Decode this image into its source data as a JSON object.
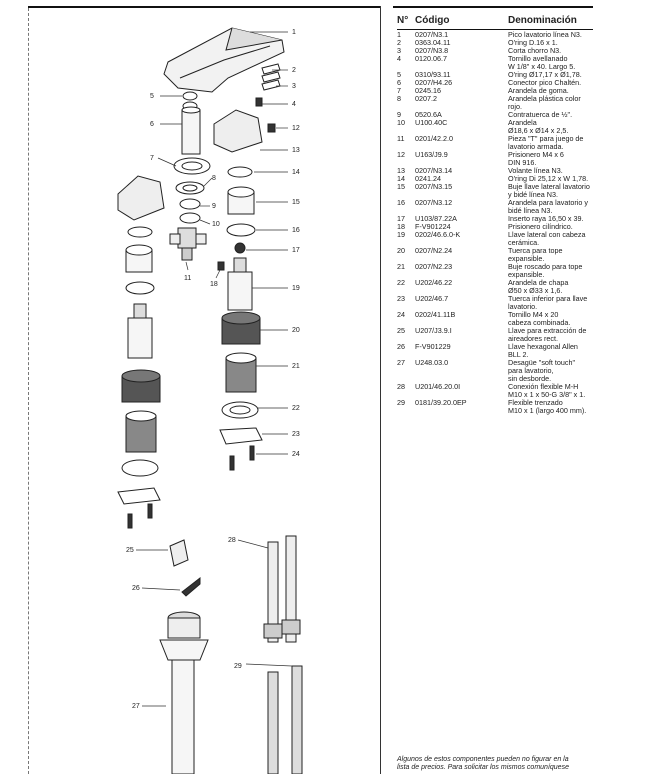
{
  "table": {
    "header": {
      "no": "N° ",
      "code": "Código",
      "name": "Denominación"
    },
    "rows": [
      {
        "no": "1",
        "code": "0207/N3.1",
        "name": "Pico lavatorio línea N3."
      },
      {
        "no": "2",
        "code": "0363.04.11",
        "name": "O'ring D.16 x 1."
      },
      {
        "no": "3",
        "code": "0207/N3.8",
        "name": "Corta chorro N3."
      },
      {
        "no": "4",
        "code": "0120.06.7",
        "name": "Tornillo avellanado\nW 1/8\" x 40. Largo 5."
      },
      {
        "no": "5",
        "code": "0310/93.11",
        "name": "O'ring Ø17,17 x Ø1,78."
      },
      {
        "no": "6",
        "code": "0207/H4.26",
        "name": "Conector pico Chaltén."
      },
      {
        "no": "7",
        "code": "0245.16",
        "name": "Arandela de goma."
      },
      {
        "no": "8",
        "code": "0207.2",
        "name": "Arandela plástica color\nrojo."
      },
      {
        "no": "9",
        "code": "0520.6A",
        "name": "Contratuerca de ½\"."
      },
      {
        "no": "10",
        "code": "U100.40C",
        "name": "Arandela\nØ18,6 x Ø14 x 2,5."
      },
      {
        "no": "11",
        "code": "0201/42.2.0",
        "name": "Pieza \"T\" para juego de\nlavatorio armada."
      },
      {
        "no": "12",
        "code": "U163/J9.9",
        "name": "Prisionero M4 x 6\nDIN 916."
      },
      {
        "no": "13",
        "code": "0207/N3.14",
        "name": "Volante línea N3."
      },
      {
        "no": "14",
        "code": "0241.24",
        "name": "O'ring Di 25,12 x W 1,78."
      },
      {
        "no": "15",
        "code": "0207/N3.15",
        "name": "Buje llave lateral lavatorio\ny bidé línea N3."
      },
      {
        "no": "16",
        "code": "0207/N3.12",
        "name": "Arandela para lavatorio y\nbidé línea N3."
      },
      {
        "no": "17",
        "code": "U103/87.22A",
        "name": "Inserto raya 16,50 x 39."
      },
      {
        "no": "18",
        "code": "F-V901224",
        "name": "Prisionero cilíndrico."
      },
      {
        "no": "19",
        "code": "0202/46.6.0-K",
        "name": "Llave lateral con cabeza\ncerámica."
      },
      {
        "no": "20",
        "code": "0207/N2.24",
        "name": "Tuerca para tope\nexpansible."
      },
      {
        "no": "21",
        "code": "0207/N2.23",
        "name": "Buje roscado para tope\nexpansible."
      },
      {
        "no": "22",
        "code": "U202/46.22",
        "name": "Arandela de chapa\nØ50 x Ø33 x 1,6."
      },
      {
        "no": "23",
        "code": "U202/46.7",
        "name": "Tuerca inferior para llave\nlavatorio."
      },
      {
        "no": "24",
        "code": "0202/41.11B",
        "name": "Tornillo M4 x 20\ncabeza combinada."
      },
      {
        "no": "25",
        "code": "U207/J3.9.I",
        "name": "Llave para extracción de\naireadores rect."
      },
      {
        "no": "26",
        "code": "F-V901229",
        "name": "Llave hexagonal Allen\nBLL 2."
      },
      {
        "no": "27",
        "code": "U248.03.0",
        "name": "Desagüe \"soft touch\"\npara lavatorio,\nsin desborde."
      },
      {
        "no": "28",
        "code": "U201/46.20.0I",
        "name": "Conexión flexible M-H\nM10 x 1 x 50-G 3/8\" x 1."
      },
      {
        "no": "29",
        "code": "0181/39.20.0EP",
        "name": "Flexible trenzado\nM10 x 1 (largo 400 mm)."
      }
    ]
  },
  "footnote": "Algunos de estos componentes pueden no figurar en la\nlista de precios. Para solicitar los mismos comuníquese",
  "diagram_labels": [
    "1",
    "2",
    "3",
    "4",
    "5",
    "6",
    "7",
    "8",
    "9",
    "10",
    "11",
    "12",
    "13",
    "14",
    "15",
    "16",
    "17",
    "18",
    "19",
    "20",
    "21",
    "22",
    "23",
    "24",
    "25",
    "26",
    "27",
    "28",
    "29"
  ]
}
